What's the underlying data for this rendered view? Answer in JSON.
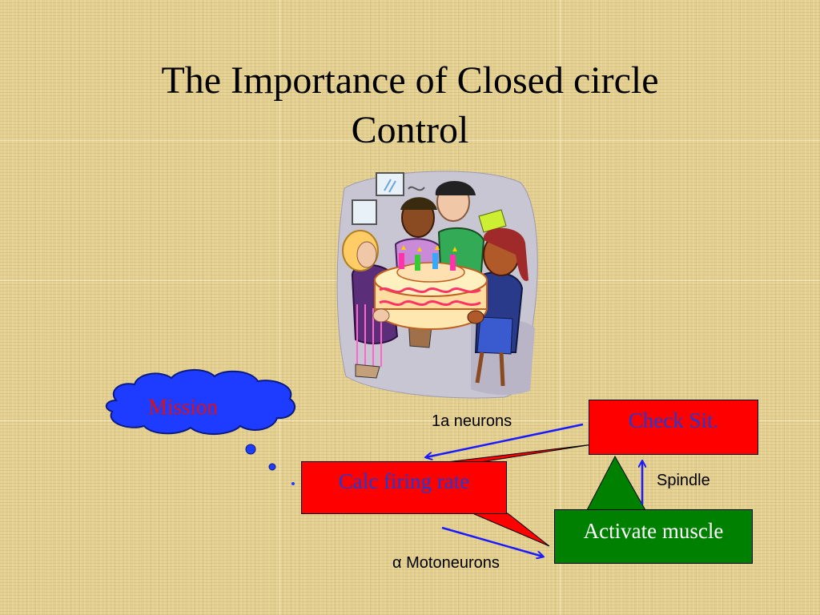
{
  "slide": {
    "title_line1": "The Importance of Closed circle",
    "title_line2": "Control"
  },
  "diagram": {
    "mission_cloud": "Mission",
    "check_box": "Check Sit.",
    "calc_box": "Calc firing rate",
    "activate_box": "Activate muscle",
    "label_1a": "1a neurons",
    "label_spindle": "Spindle",
    "label_motoneurons": "α Motoneurons"
  },
  "colors": {
    "box_red": "#ff0000",
    "box_green": "#008000",
    "cloud_blue": "#1e3cff",
    "arrow_blue": "#1a1aff",
    "box_text_blue": "#1f3bd6",
    "mission_text_red": "#e01010"
  },
  "illustration": {
    "icon": "birthday-cake-party-clipart-icon"
  }
}
